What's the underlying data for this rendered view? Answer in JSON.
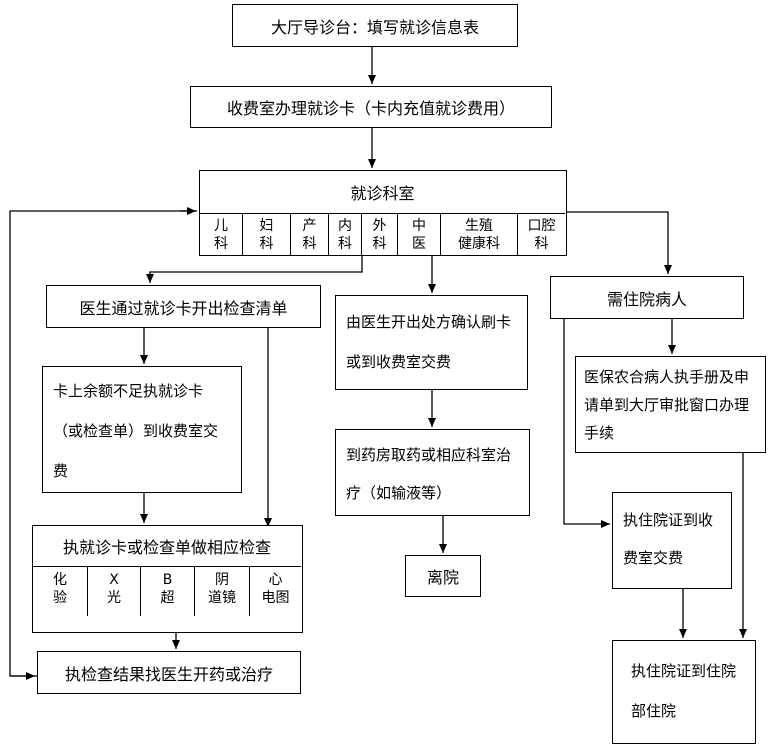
{
  "diagram": {
    "reception": "大厅导诊台：填写就诊信息表",
    "card_office": "收费室办理就诊卡（卡内充值就诊费用）",
    "clinic": {
      "title": "就诊科室",
      "departments": [
        {
          "l1": "儿",
          "l2": "科"
        },
        {
          "l1": "妇",
          "l2": "科"
        },
        {
          "l1": "产",
          "l2": "科"
        },
        {
          "l1": "内",
          "l2": "科"
        },
        {
          "l1": "外",
          "l2": "科"
        },
        {
          "l1": "中",
          "l2": "医"
        },
        {
          "l1": "生殖",
          "l2": "健康科"
        },
        {
          "l1": "口腔",
          "l2": "科"
        }
      ]
    },
    "doctor_exam_list": "医生通过就诊卡开出检查清单",
    "insufficient_balance": "卡上余额不足执就诊卡（或检查单）到收费室交费",
    "do_exams": {
      "title": "执就诊卡或检查单做相应检查",
      "items": [
        {
          "l1": "化",
          "l2": "验"
        },
        {
          "l1": "X",
          "l2": "光"
        },
        {
          "l1": "B",
          "l2": "超"
        },
        {
          "l1": "阴",
          "l2": "道镜"
        },
        {
          "l1": "心",
          "l2": "电图"
        }
      ]
    },
    "results_to_doctor": "执检查结果找医生开药或治疗",
    "prescription": "由医生开出处方确认刷卡或到收费室交费",
    "pharmacy": "到药房取药或相应科室治疗（如输液等）",
    "leave": "离院",
    "inpatient": "需住院病人",
    "insurance": "医保农合病人执手册及申请单到大厅审批窗口办理手续",
    "admission_pay": "执住院证到收费室交费",
    "admission_ward": "执住院证到住院部住院"
  }
}
